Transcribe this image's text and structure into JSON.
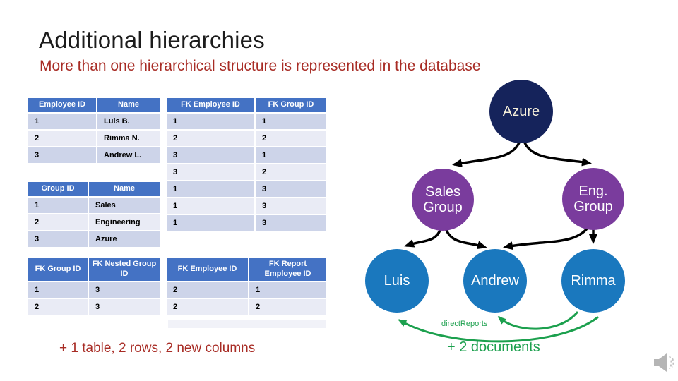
{
  "slide": {
    "title": "Additional hierarchies",
    "subtitle": "More than one hierarchical structure is represented in the database"
  },
  "tables": {
    "employee": {
      "headers": [
        "Employee ID",
        "Name"
      ],
      "rows": [
        [
          "1",
          "Luis B."
        ],
        [
          "2",
          "Rimma N."
        ],
        [
          "3",
          "Andrew L."
        ]
      ]
    },
    "employee_group": {
      "headers": [
        "FK Employee ID",
        "FK Group ID"
      ],
      "rows": [
        [
          "1",
          "1"
        ],
        [
          "2",
          "2"
        ],
        [
          "3",
          "1"
        ],
        [
          "3",
          "2"
        ],
        [
          "1",
          "3"
        ],
        [
          "1",
          "3"
        ],
        [
          "1",
          "3"
        ]
      ]
    },
    "group": {
      "headers": [
        "Group ID",
        "Name"
      ],
      "rows": [
        [
          "1",
          "Sales"
        ],
        [
          "2",
          "Engineering"
        ],
        [
          "3",
          "Azure"
        ]
      ]
    },
    "nested_group": {
      "headers": [
        "FK Group ID",
        "FK Nested Group ID"
      ],
      "rows": [
        [
          "1",
          "3"
        ],
        [
          "2",
          "3"
        ]
      ]
    },
    "reports": {
      "headers": [
        "FK Employee ID",
        "FK Report Employee ID"
      ],
      "rows": [
        [
          "2",
          "1"
        ],
        [
          "2",
          "2"
        ]
      ]
    }
  },
  "graph": {
    "nodes": [
      {
        "id": "azure",
        "label": "Azure",
        "kind": "company"
      },
      {
        "id": "sales",
        "label": "Sales Group",
        "kind": "group"
      },
      {
        "id": "eng",
        "label": "Eng. Group",
        "kind": "group"
      },
      {
        "id": "luis",
        "label": "Luis",
        "kind": "employee"
      },
      {
        "id": "andrew",
        "label": "Andrew",
        "kind": "employee"
      },
      {
        "id": "rimma",
        "label": "Rimma",
        "kind": "employee"
      }
    ],
    "edges": [
      {
        "from": "Azure",
        "to": "Sales Group"
      },
      {
        "from": "Azure",
        "to": "Eng. Group"
      },
      {
        "from": "Sales Group",
        "to": "Luis"
      },
      {
        "from": "Sales Group",
        "to": "Andrew"
      },
      {
        "from": "Eng. Group",
        "to": "Andrew"
      },
      {
        "from": "Eng. Group",
        "to": "Rimma"
      }
    ],
    "direct_reports_label": "directReports",
    "direct_report_edges": [
      {
        "from": "Rimma",
        "to": "Luis",
        "label": "directReports"
      },
      {
        "from": "Rimma",
        "to": "Andrew",
        "label": "directReports"
      }
    ]
  },
  "annotations": {
    "left": "+ 1 table, 2 rows, 2 new columns",
    "right": "+ 2 documents"
  },
  "icons": {
    "audio": "speaker-with-sound-waves"
  },
  "colors": {
    "table_header": "#4472C4",
    "band_dark": "#CDD4E9",
    "band_light": "#E9EBF5",
    "node_navy": "#15235B",
    "node_purple": "#7A3C9D",
    "node_blue": "#1A78BE",
    "green": "#1CA04E",
    "red": "#A82C25"
  }
}
